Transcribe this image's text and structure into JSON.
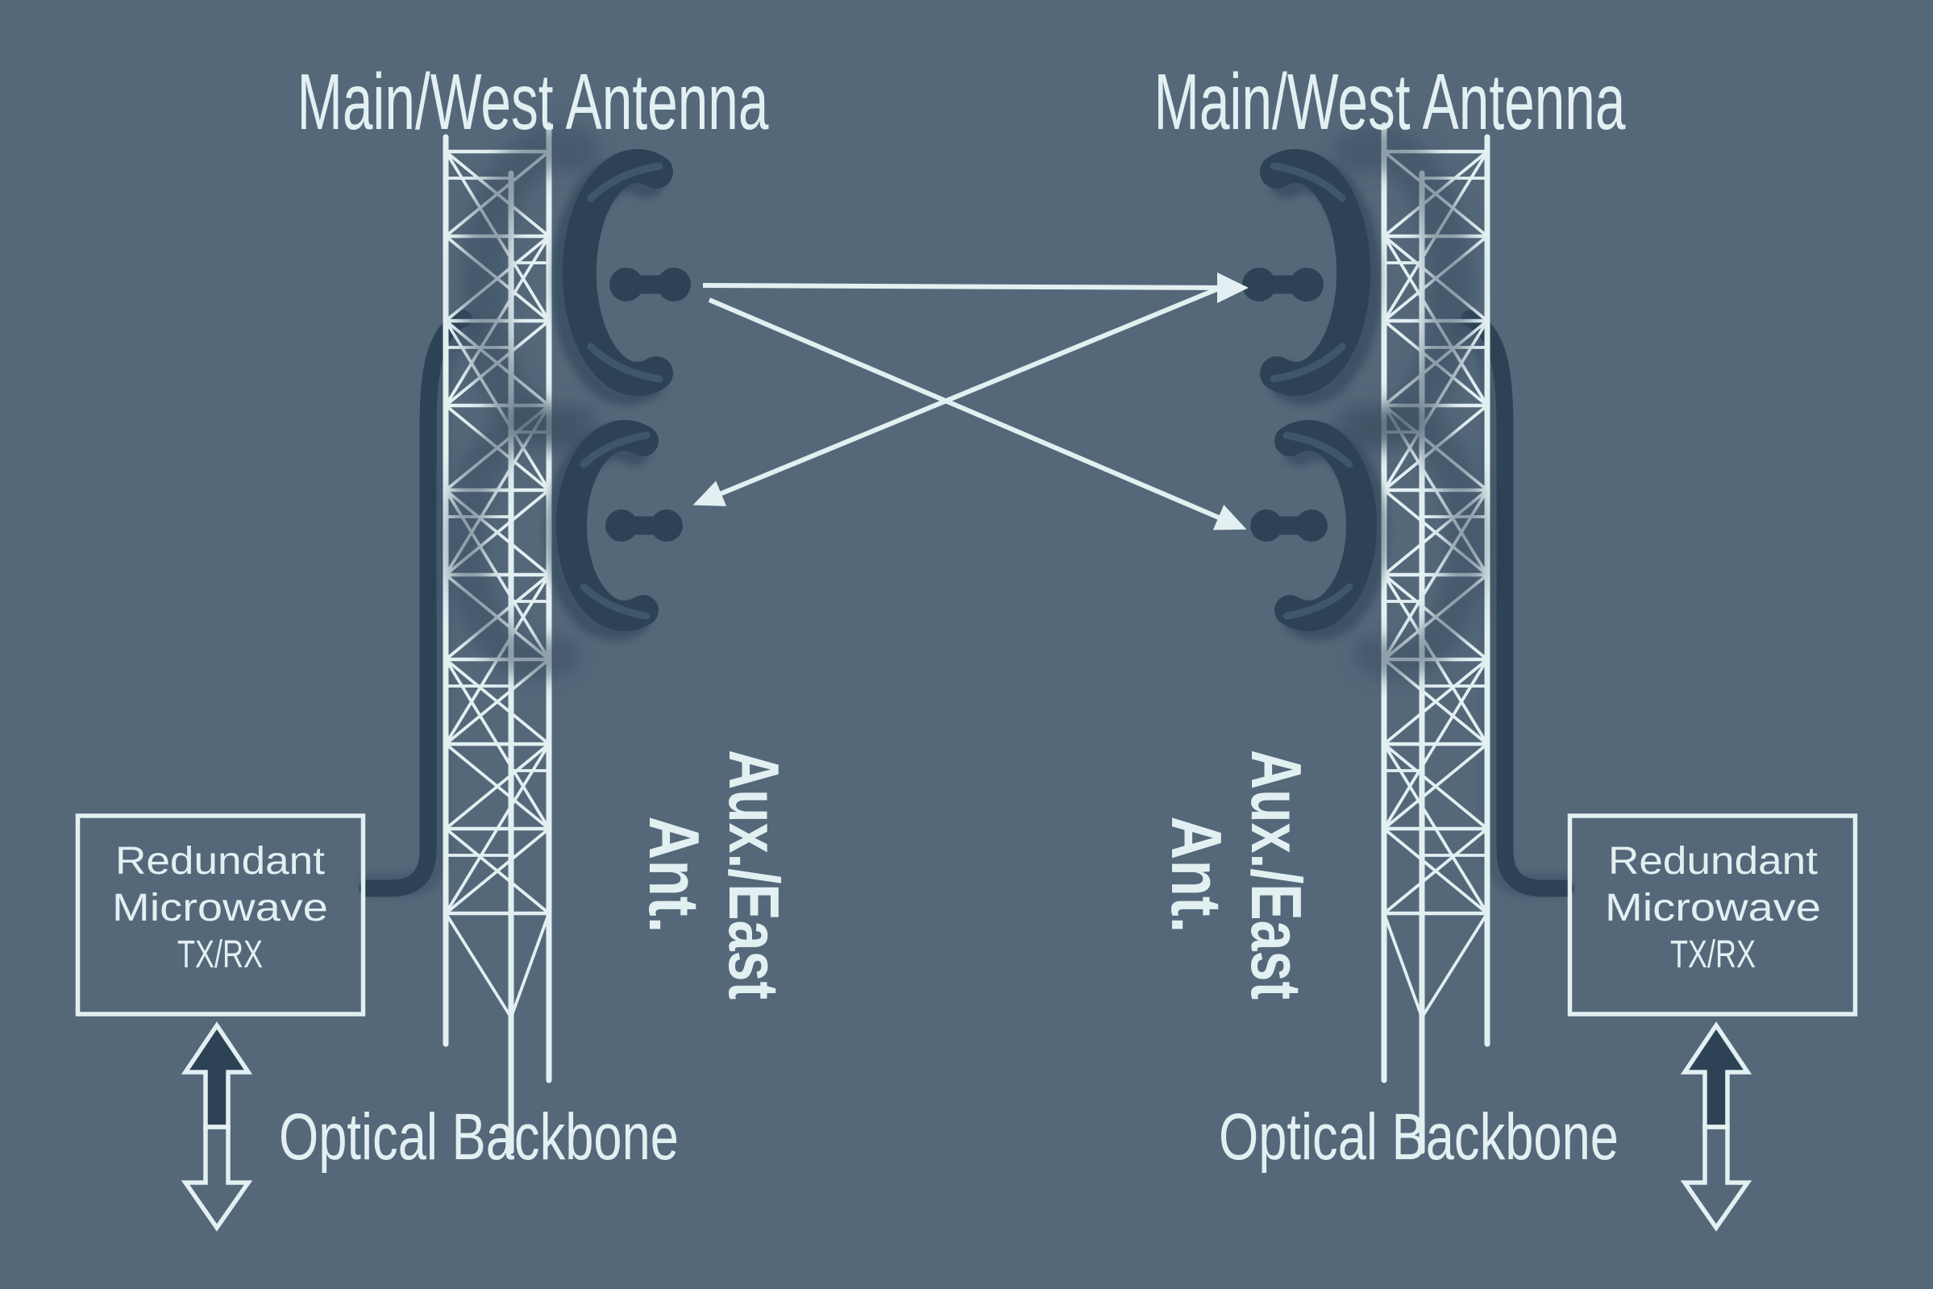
{
  "palette": {
    "background": "#55687a",
    "line_light": "#e2f0f2",
    "shape_dark": "#2d4355",
    "shadow_mid": "#374c60",
    "shadow_deep": "#22384b",
    "highlight": "#4d6880"
  },
  "site_left": {
    "antenna_label": "Main/West Antenna",
    "aux_label_line1": "Aux./East",
    "aux_label_line2": "Ant.",
    "box_line1": "Redundant",
    "box_line2": "Microwave",
    "box_line3": "TX/RX",
    "backbone_label": "Optical Backbone"
  },
  "site_right": {
    "antenna_label": "Main/West Antenna",
    "aux_label_line1": "Aux./East",
    "aux_label_line2": "Ant.",
    "box_line1": "Redundant",
    "box_line2": "Microwave",
    "box_line3": "TX/RX",
    "backbone_label": "Optical Backbone"
  }
}
